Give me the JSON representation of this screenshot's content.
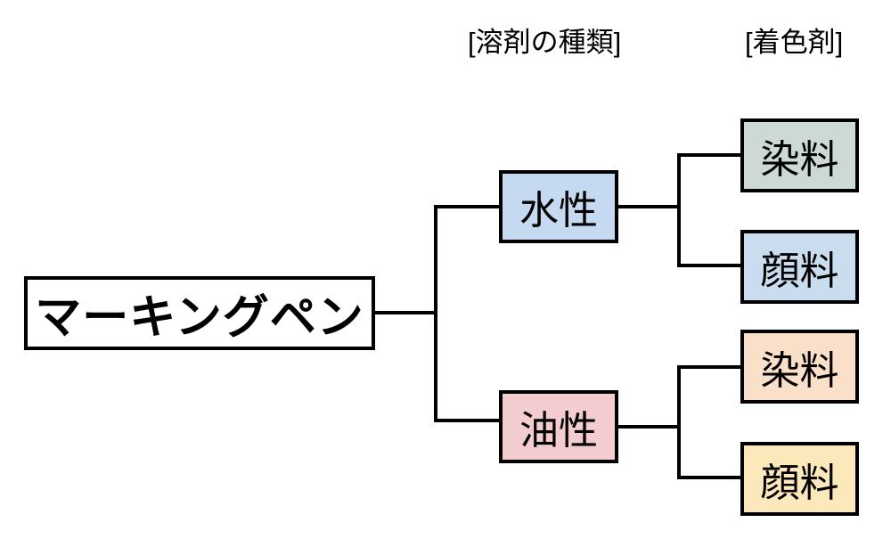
{
  "diagram": {
    "type": "tree",
    "title_text_present": false,
    "headers": [
      {
        "id": "solvent",
        "label": "[溶剤の種類]"
      },
      {
        "id": "colorant",
        "label": "[着色剤]"
      }
    ],
    "root": {
      "label": "マーキングペン",
      "fill": "#ffffff",
      "border": "#000000"
    },
    "level2": [
      {
        "id": "suisei",
        "label": "水性",
        "fill": "#c5d9f1",
        "border": "#000000"
      },
      {
        "id": "yusei",
        "label": "油性",
        "fill": "#f2ccce",
        "border": "#000000"
      }
    ],
    "leaves": [
      {
        "id": "suisei-senryo",
        "parent": "suisei",
        "label": "染料",
        "fill": "#ccd9d6",
        "border": "#000000"
      },
      {
        "id": "suisei-ganryo",
        "parent": "suisei",
        "label": "顔料",
        "fill": "#c9ddef",
        "border": "#000000"
      },
      {
        "id": "yusei-senryo",
        "parent": "yusei",
        "label": "染料",
        "fill": "#fae0c8",
        "border": "#000000"
      },
      {
        "id": "yusei-ganryo",
        "parent": "yusei",
        "label": "顔料",
        "fill": "#fbe9bc",
        "border": "#000000"
      }
    ],
    "connector_color": "#000000",
    "background": "#ffffff"
  }
}
